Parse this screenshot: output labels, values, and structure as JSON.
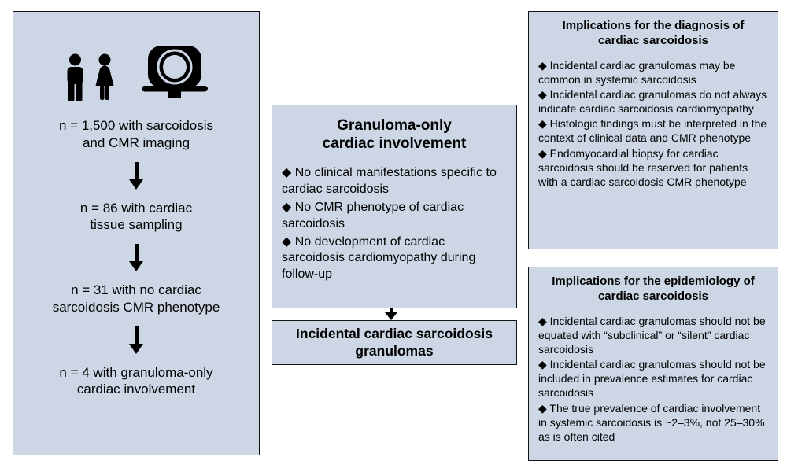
{
  "colors": {
    "background": "#ffffff",
    "panel_fill": "#ccd6e4",
    "panel_border": "#111111",
    "text": "#000000"
  },
  "left_panel": {
    "icons": [
      "male-person-icon",
      "female-person-icon",
      "mri-scanner-icon"
    ],
    "steps": [
      "n = 1,500 with sarcoidosis\nand CMR imaging",
      "n = 86 with cardiac\ntissue sampling",
      "n = 31 with no cardiac\nsarcoidosis CMR phenotype",
      "n = 4 with granuloma-only\ncardiac involvement"
    ]
  },
  "middle": {
    "box_title": "Granuloma-only\ncardiac involvement",
    "bullets": [
      "◆ No clinical manifestations specific to cardiac sarcoidosis",
      "◆ No CMR phenotype of cardiac sarcoidosis",
      "◆ No development of cardiac sarcoidosis cardiomyopathy during follow-up"
    ],
    "result_box": "Incidental cardiac sarcoidosis\ngranulomas"
  },
  "diagnosis_panel": {
    "title": "Implications for the diagnosis of\ncardiac sarcoidosis",
    "bullets": [
      "◆ Incidental cardiac granulomas may be common in systemic sarcoidosis",
      "◆ Incidental cardiac granulomas do not always indicate cardiac sarcoidosis cardiomyopathy",
      "◆ Histologic findings must be interpreted in the context of clinical data and CMR phenotype",
      "◆ Endomyocardial biopsy for cardiac sarcoidosis should be reserved for patients with a cardiac sarcoidosis CMR phenotype"
    ]
  },
  "epidemiology_panel": {
    "title": "Implications for the epidemiology of\ncardiac sarcoidosis",
    "bullets": [
      "◆ Incidental cardiac granulomas should not be equated with “subclinical” or “silent” cardiac sarcoidosis",
      "◆ Incidental cardiac granulomas should not be included in prevalence estimates for cardiac sarcoidosis",
      "◆ The true prevalence of cardiac involvement in systemic sarcoidosis is ~2–3%, not 25–30% as is often cited"
    ]
  }
}
